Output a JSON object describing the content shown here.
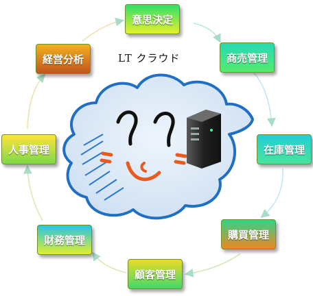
{
  "diagram": {
    "title": "LT クラウド",
    "nodes": [
      {
        "id": "decision",
        "label": "意思決定",
        "gradient": [
          "#2fe06a",
          "#e7f02a"
        ]
      },
      {
        "id": "sales",
        "label": "商売管理",
        "gradient": [
          "#25d9b7",
          "#56ea6d"
        ]
      },
      {
        "id": "inventory",
        "label": "在庫管理",
        "gradient": [
          "#22cfd6",
          "#49e39d"
        ]
      },
      {
        "id": "purchase",
        "label": "購買管理",
        "gradient": [
          "#2fd38b",
          "#f08722"
        ]
      },
      {
        "id": "customer",
        "label": "顧客管理",
        "gradient": [
          "#e9dc25",
          "#45d86b"
        ]
      },
      {
        "id": "finance",
        "label": "財務管理",
        "gradient": [
          "#27c4e6",
          "#e1f02a"
        ]
      },
      {
        "id": "hr",
        "label": "人事管理",
        "gradient": [
          "#ffe43a",
          "#7fd84a"
        ]
      },
      {
        "id": "management",
        "label": "経営分析",
        "gradient": [
          "#f0b11e",
          "#c2541e"
        ]
      }
    ],
    "arrow_colors": [
      "#b7ecd2",
      "#bfe6f5",
      "#bfe9f3",
      "#cfe9b5",
      "#d8ebb5",
      "#dcebb0",
      "#eee3b0",
      "#f0e0b7"
    ]
  }
}
